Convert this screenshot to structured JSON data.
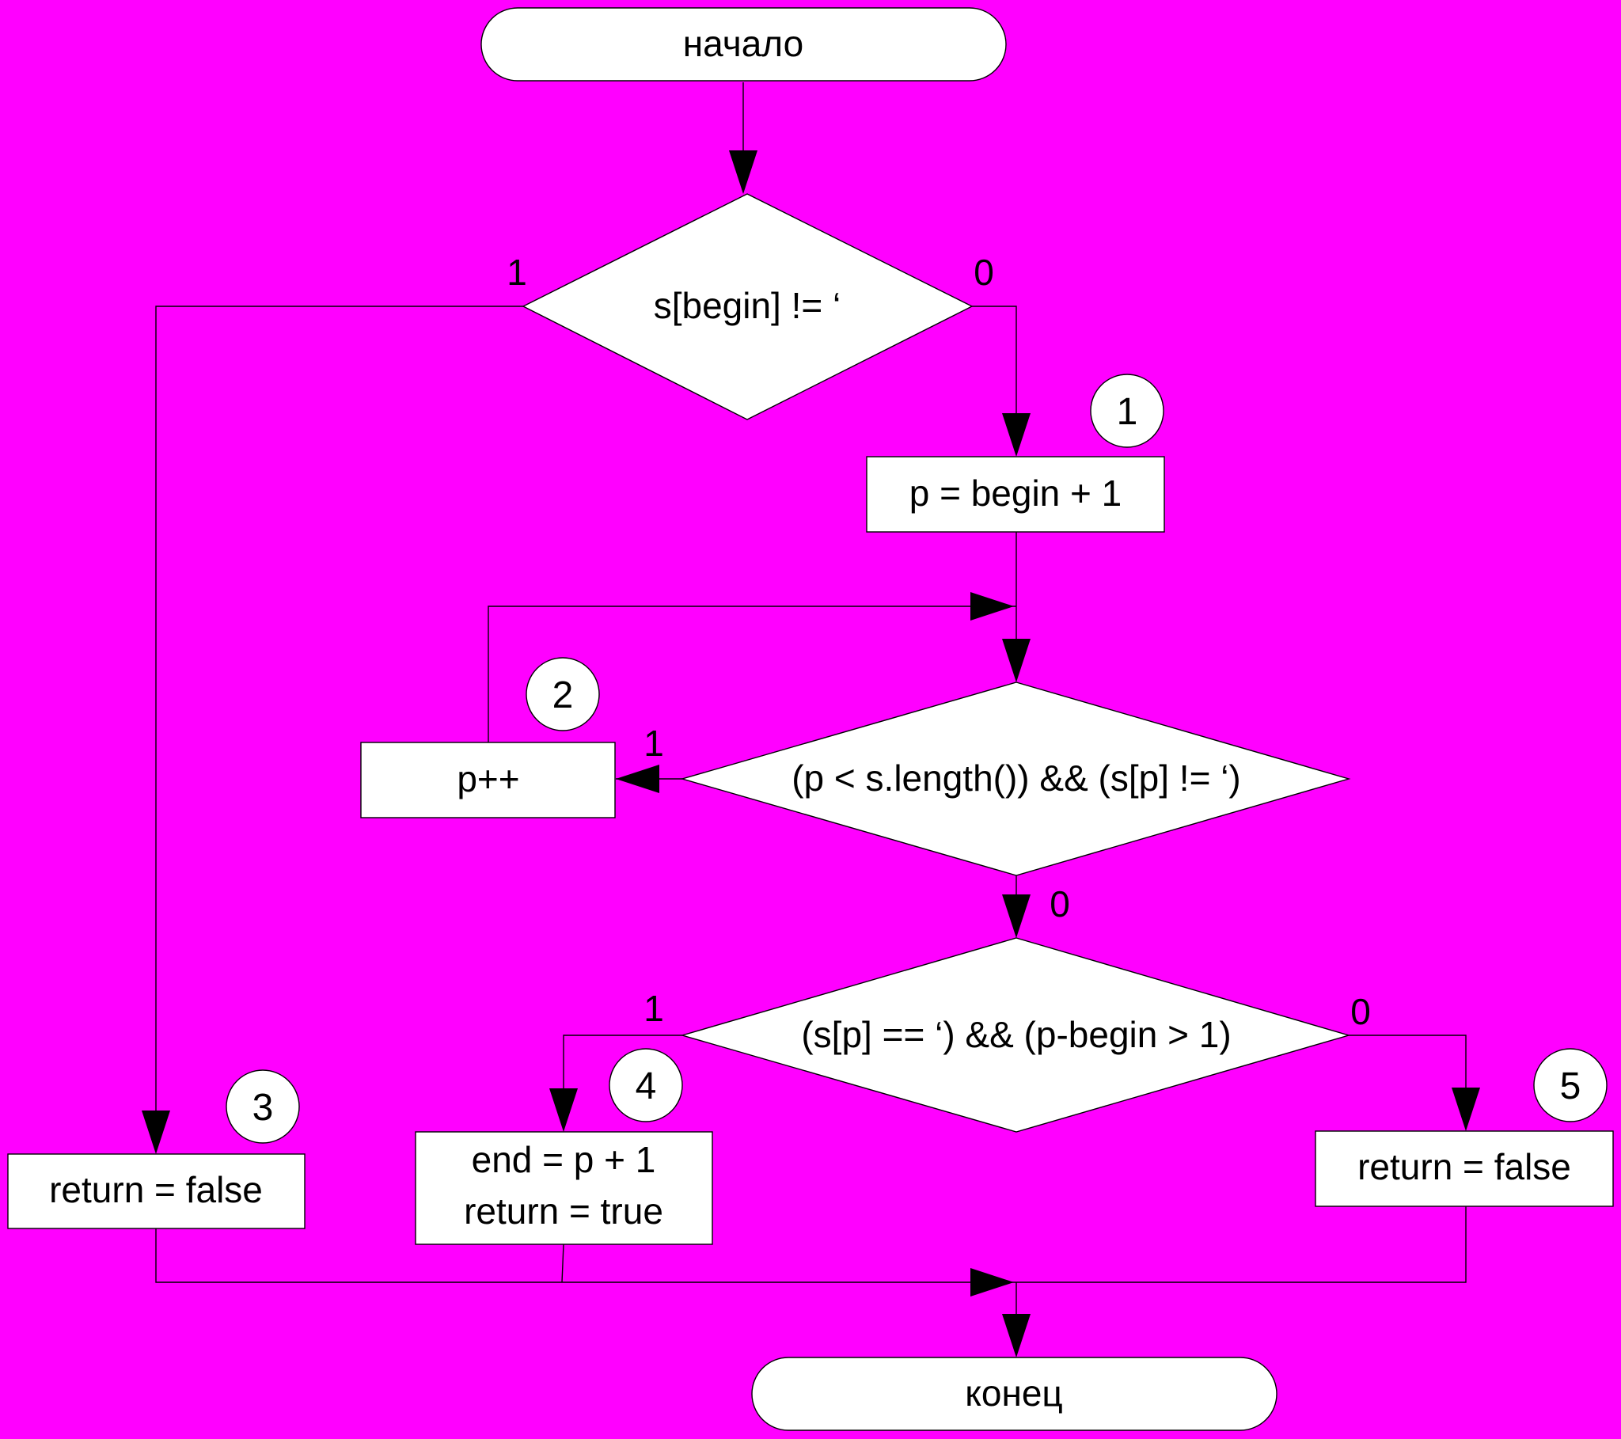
{
  "colors": {
    "background": "#FF00FF",
    "shape_fill": "#FFFFFF",
    "line": "#000000"
  },
  "nodes": {
    "start": {
      "label": "начало"
    },
    "cond1": {
      "label": "s[begin] != ‘"
    },
    "assign_p": {
      "label": "p = begin + 1"
    },
    "cond2": {
      "label": "(p < s.length()) && (s[p] != ‘)"
    },
    "incr_p": {
      "label": "p++"
    },
    "cond3": {
      "label": "(s[p] == ‘) && (p-begin > 1)"
    },
    "ret_false_left": {
      "label": "return = false"
    },
    "ret_true": {
      "line1": "end = p + 1",
      "line2": "return = true"
    },
    "ret_false_right": {
      "label": "return = false"
    },
    "end": {
      "label": "конец"
    }
  },
  "branches": {
    "cond1_true": "1",
    "cond1_false": "0",
    "cond2_true": "1",
    "cond2_false": "0",
    "cond3_true": "1",
    "cond3_false": "0"
  },
  "badges": {
    "b1": "1",
    "b2": "2",
    "b3": "3",
    "b4": "4",
    "b5": "5"
  }
}
